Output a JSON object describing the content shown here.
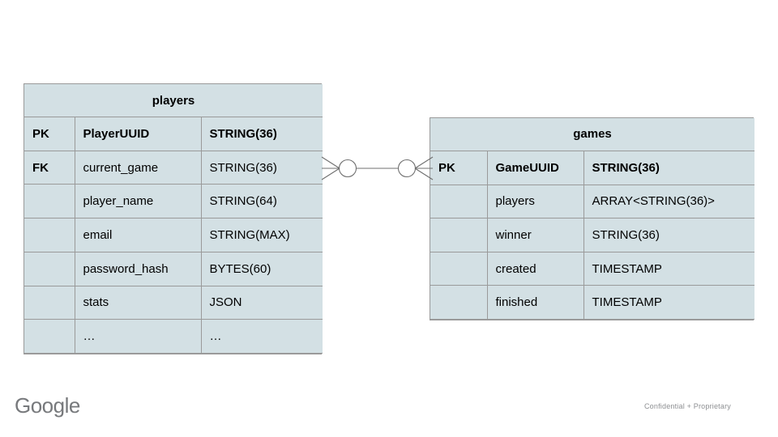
{
  "diagram": {
    "type": "entity-relationship-diagram",
    "notation": "crows-foot",
    "background_color": "#ffffff",
    "entity_fill_color": "#d3e0e4",
    "entity_border_color": "#9a9a9a",
    "entities": [
      {
        "name": "players",
        "title": "players",
        "columns": [
          {
            "key": "PK",
            "name": "PlayerUUID",
            "type": "STRING(36)",
            "bold": true
          },
          {
            "key": "FK",
            "name": "current_game",
            "type": "STRING(36)",
            "bold": false
          },
          {
            "key": "",
            "name": "player_name",
            "type": "STRING(64)",
            "bold": false
          },
          {
            "key": "",
            "name": "email",
            "type": "STRING(MAX)",
            "bold": false
          },
          {
            "key": "",
            "name": "password_hash",
            "type": "BYTES(60)",
            "bold": false
          },
          {
            "key": "",
            "name": "stats",
            "type": "JSON",
            "bold": false
          },
          {
            "key": "",
            "name": "…",
            "type": "…",
            "bold": false
          }
        ]
      },
      {
        "name": "games",
        "title": "games",
        "columns": [
          {
            "key": "PK",
            "name": "GameUUID",
            "type": "STRING(36)",
            "bold": true
          },
          {
            "key": "",
            "name": "players",
            "type": "ARRAY<STRING(36)>",
            "bold": false
          },
          {
            "key": "",
            "name": "winner",
            "type": "STRING(36)",
            "bold": false
          },
          {
            "key": "",
            "name": "created",
            "type": "TIMESTAMP",
            "bold": false
          },
          {
            "key": "",
            "name": "finished",
            "type": "TIMESTAMP",
            "bold": false
          }
        ]
      }
    ],
    "relationship": {
      "from_entity": "players",
      "from_field": "current_game",
      "to_entity": "games",
      "to_field": "GameUUID",
      "from_cardinality": "zero-or-many",
      "to_cardinality": "zero-or-many",
      "line_color": "#6f6f6f"
    }
  },
  "footer": {
    "logo_text": "Google",
    "logo_color": "#77797c",
    "confidential_text": "Confidential + Proprietary",
    "confidential_color": "#8d8f92"
  }
}
